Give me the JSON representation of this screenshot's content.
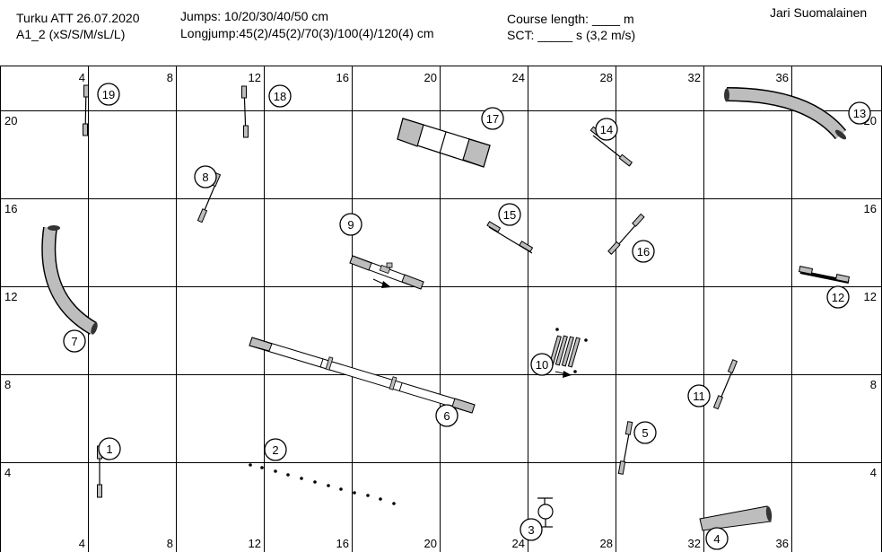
{
  "header": {
    "event": "Turku ATT 26.07.2020",
    "class_line": "A1_2 (xS/S/M/sL/L)",
    "jumps": "Jumps: 10/20/30/40/50 cm",
    "longjump": "Longjump:45(2)/45(2)/70(3)/100(4)/120(4) cm",
    "course_length": "Course length: ____ m",
    "sct": "SCT: _____ s (3,2 m/s)",
    "judge": "Jari Suomalainen"
  },
  "grid": {
    "top_ticks": [
      "4",
      "8",
      "12",
      "16",
      "20",
      "24",
      "28",
      "32",
      "36"
    ],
    "bottom_ticks": [
      "4",
      "8",
      "12",
      "16",
      "20",
      "24",
      "28",
      "32",
      "36"
    ],
    "left_ticks": [
      "20",
      "16",
      "12",
      "8",
      "4"
    ],
    "right_ticks": [
      "20",
      "16",
      "12",
      "8",
      "4"
    ]
  },
  "colors": {
    "obstacle_fill": "#bdbdbd",
    "line": "#000000",
    "background": "#ffffff"
  },
  "obstacles": [
    {
      "number": "1",
      "type": "jump"
    },
    {
      "number": "2",
      "type": "long-jump"
    },
    {
      "number": "3",
      "type": "tire"
    },
    {
      "number": "4",
      "type": "tunnel"
    },
    {
      "number": "5",
      "type": "jump"
    },
    {
      "number": "6",
      "type": "dog-walk"
    },
    {
      "number": "7",
      "type": "tunnel"
    },
    {
      "number": "8",
      "type": "jump"
    },
    {
      "number": "9",
      "type": "seesaw"
    },
    {
      "number": "10",
      "type": "weave-poles"
    },
    {
      "number": "11",
      "type": "jump"
    },
    {
      "number": "12",
      "type": "jump"
    },
    {
      "number": "13",
      "type": "tunnel"
    },
    {
      "number": "14",
      "type": "jump"
    },
    {
      "number": "15",
      "type": "jump"
    },
    {
      "number": "16",
      "type": "jump"
    },
    {
      "number": "17",
      "type": "a-frame"
    },
    {
      "number": "18",
      "type": "jump"
    },
    {
      "number": "19",
      "type": "jump"
    }
  ]
}
